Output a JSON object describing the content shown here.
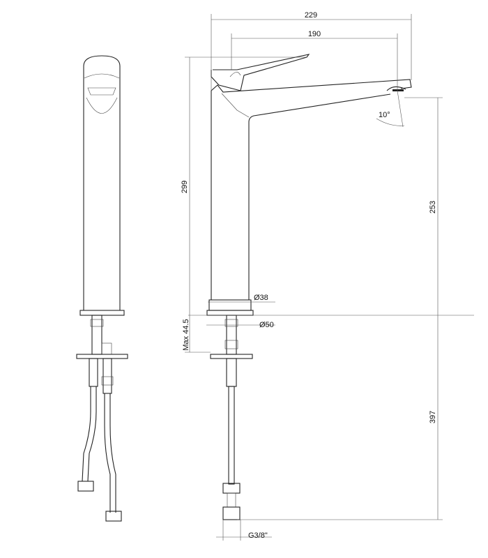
{
  "drawing": {
    "dimensions": {
      "overall_reach": "229",
      "spout_reach": "190",
      "total_height": "299",
      "spout_height": "253",
      "hose_length": "397",
      "max_deck_thickness": "Max 44.5",
      "body_diameter": "Ø38",
      "base_diameter": "Ø50",
      "connection_thread": "G3/8\"",
      "outlet_angle": "10°"
    },
    "views": [
      "front-view",
      "side-view"
    ],
    "line_color": "#222222"
  }
}
